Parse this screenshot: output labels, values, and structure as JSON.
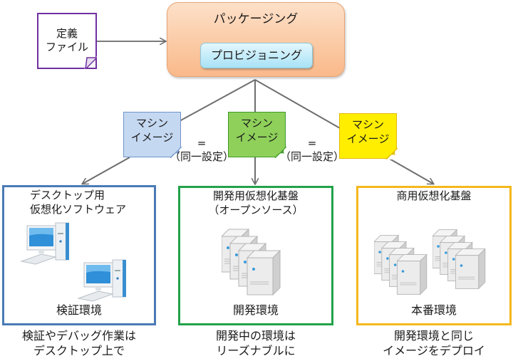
{
  "definition_file": {
    "line1": "定義",
    "line2": "ファイル"
  },
  "packaging": {
    "title": "パッケージング",
    "inner": "プロビジョニング"
  },
  "machine_images": [
    {
      "line1": "マシン",
      "line2": "イメージ",
      "color": "#c5d8f1"
    },
    {
      "line1": "マシン",
      "line2": "イメージ",
      "color": "#8fd05a"
    },
    {
      "line1": "マシン",
      "line2": "イメージ",
      "color": "#ffee00"
    }
  ],
  "equals": [
    {
      "symbol": "=",
      "note": "（同一設定）"
    },
    {
      "symbol": "=",
      "note": "（同一設定）"
    }
  ],
  "environments": [
    {
      "title_line1": "デスクトップ用",
      "title_line2": "仮想化ソフトウェア",
      "label": "検証環境",
      "icon": "desktop-pc-icon",
      "border": "#4a7ab5",
      "caption_line1": "検証やデバッグ作業は",
      "caption_line2": "デスクトップ上で"
    },
    {
      "title_line1": "開発用仮想化基盤",
      "title_line2": "（オープンソース）",
      "label": "開発環境",
      "icon": "server-rack-icon",
      "border": "#22a24a",
      "caption_line1": "開発中の環境は",
      "caption_line2": "リーズナブルに"
    },
    {
      "title_line1": "商用仮想化基盤",
      "title_line2": "",
      "label": "本番環境",
      "icon": "server-rack-icon",
      "border": "#f4b81c",
      "caption_line1": "開発環境と同じ",
      "caption_line2": "イメージをデプロイ"
    }
  ]
}
